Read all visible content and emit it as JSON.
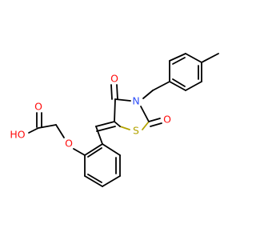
{
  "molecule": {
    "atom_labels": {
      "o_top": "O",
      "o_right": "O",
      "n": "N",
      "s": "S",
      "o_ether": "O",
      "o_acid": "O",
      "ho": "HO"
    },
    "colors": {
      "bond": "#000000",
      "oxygen": "#ff0d0d",
      "nitrogen": "#3050f8",
      "sulfur": "#b3a300",
      "background": "#ffffff"
    }
  }
}
